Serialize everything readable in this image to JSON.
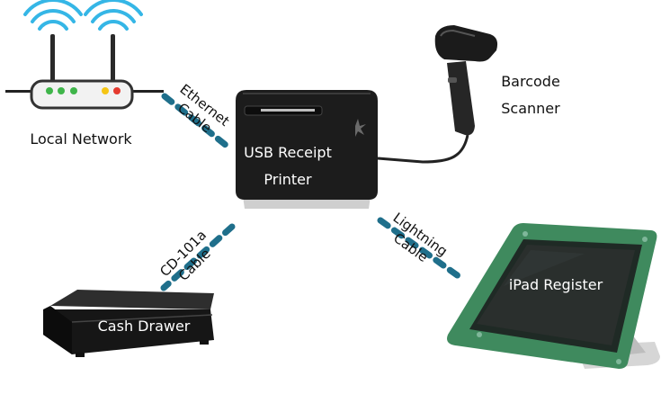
{
  "nodes": {
    "network": {
      "label": "Local Network"
    },
    "printer": {
      "line1": "USB Receipt",
      "line2": "Printer"
    },
    "scanner": {
      "line1": "Barcode",
      "line2": "Scanner"
    },
    "drawer": {
      "label": "Cash Drawer"
    },
    "ipad": {
      "label": "iPad Register"
    }
  },
  "cables": {
    "ethernet": {
      "line1": "Ethernet",
      "line2": "Cable"
    },
    "cd101a": {
      "line1": "CD-101a",
      "line2": "Cable"
    },
    "lightning": {
      "line1": "Lightning",
      "line2": "Cable"
    }
  },
  "colors": {
    "cable": "#1f6f8b",
    "ipad_frame": "#3f8a5e",
    "device_dark": "#1c1c1c",
    "router_body": "#f2f2f2",
    "wifi": "#35b6e6",
    "led_green": "#3fb54a",
    "led_yellow": "#f5c515",
    "led_red": "#e53a2f"
  }
}
